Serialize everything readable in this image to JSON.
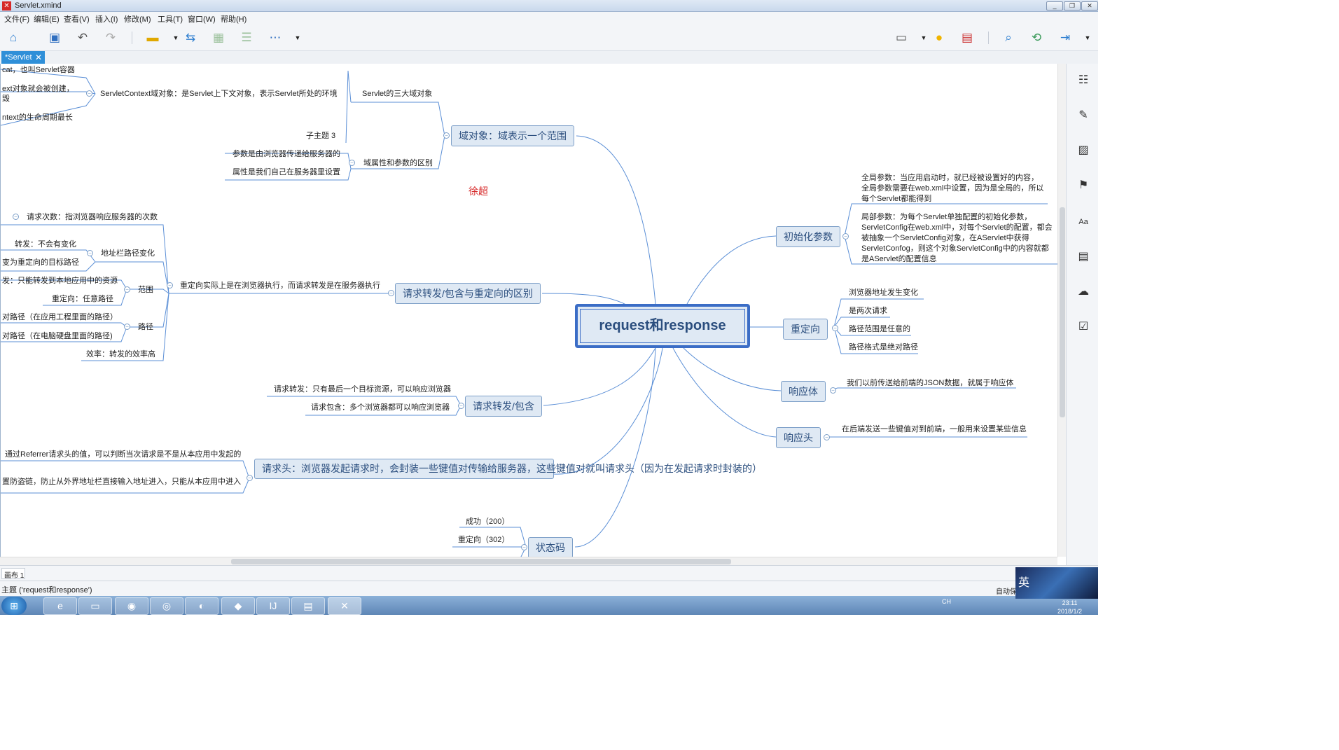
{
  "window": {
    "title": "Servlet.xmind",
    "min": "_",
    "restore": "❐",
    "close": "✕"
  },
  "menu": [
    "文件(F)",
    "编辑(E)",
    "查看(V)",
    "插入(I)",
    "修改(M)",
    "工具(T)",
    "窗口(W)",
    "帮助(H)"
  ],
  "tab": {
    "label": "*Servlet",
    "close": "✕"
  },
  "map": {
    "central": "request和response",
    "watermark": "徐超",
    "domain": {
      "title": "域对象：域表示一个范围",
      "three": "Servlet的三大域对象",
      "sc": "ServletContext域对象：是Servlet上下文对象，表示Servlet所处的环境",
      "sc_a": "cat，也叫Servlet容器",
      "sc_b1": "ext对象就会被创建，",
      "sc_b2": "毁",
      "sc_c": "ntext的生命周期最长",
      "sub3": "子主题 3",
      "diff": "域属性和参数的区别",
      "diff_a": "参数是由浏览器传递给服务器的",
      "diff_b": "属性是我们自己在服务器里设置"
    },
    "redirect_diff": {
      "title": "请求转发/包含与重定向的区别",
      "main": "重定向实际上是在浏览器执行，而请求转发是在服务器执行",
      "count": "请求次数：指浏览器响应服务器的次数",
      "addr": "地址栏路径变化",
      "addr_a": "转发：不会有变化",
      "addr_b": "变为重定向的目标路径",
      "scope": "范围",
      "scope_a": "发：只能转发到本地应用中的资源",
      "scope_b": "重定向：任意路径",
      "path": "路径",
      "path_a": "对路径（在应用工程里面的路径）",
      "path_b": "对路径（在电脑硬盘里面的路径)",
      "eff": "效率：转发的效率高"
    },
    "forward": {
      "title": "请求转发/包含",
      "a": "请求转发：只有最后一个目标资源，可以响应浏览器",
      "b": "请求包含：多个浏览器都可以响应浏览器"
    },
    "header": {
      "title": "请求头：浏览器发起请求时，会封装一些键值对传输给服务器，这些键值对就叫请求头（因为在发起请求时封装的）",
      "a": "通过Referrer请求头的值，可以判断当次请求是不是从本应用中发起的",
      "b": "置防盗链，防止从外界地址栏直接输入地址进入，只能从本应用中进入"
    },
    "status": {
      "title": "状态码",
      "a": "成功（200）",
      "b": "重定向（302）"
    },
    "init": {
      "title": "初始化参数",
      "a": "全局参数：当应用启动时，就已经被设置好的内容，全局参数需要在web.xml中设置，因为是全局的，所以每个Servlet都能得到",
      "b": "局部参数：为每个Servlet单独配置的初始化参数，ServletConfig在web.xml中，对每个Servlet的配置，都会被抽象一个ServletConfig对象，在AServlet中获得ServletConfog，则这个对象ServletConfig中的内容就都是AServlet的配置信息"
    },
    "redirect": {
      "title": "重定向",
      "a": "浏览器地址发生变化",
      "b": "是两次请求",
      "c": "路径范围是任意的",
      "d": "路径格式是绝对路径"
    },
    "resp_body": {
      "title": "响应体",
      "a": "我们以前传送给前端的JSON数据，就属于响应体"
    },
    "resp_head": {
      "title": "响应头",
      "a": "在后端发送一些键值对到前端，一般用来设置某些信息"
    }
  },
  "sheet": {
    "label": "画布 1"
  },
  "status": {
    "text": "主题 ('request和response')",
    "autosave": "自动保"
  },
  "taskbar": {
    "clock_time": "23:11",
    "clock_date": "2018/1/2",
    "lang": "CH",
    "ime": "英"
  },
  "colors": {
    "line": "#5b8fd6",
    "topic_fill": "#dfe9f4",
    "topic_border": "#7d9fc8",
    "central_border": "#3b6dc6",
    "tab": "#2f8fd8"
  }
}
